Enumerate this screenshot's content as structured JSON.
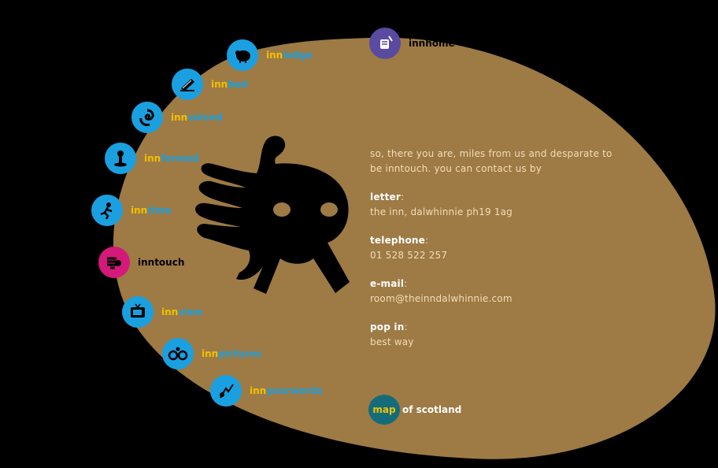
{
  "nav": {
    "home": {
      "label": "innhome",
      "color": "#5a4aa0",
      "icon": "cup-icon"
    },
    "items": [
      {
        "id": "lodge",
        "pre": "inn",
        "suf": "lodge",
        "color": "#1aa0e0",
        "icon": "pig-icon"
      },
      {
        "id": "bed",
        "pre": "inn",
        "suf": "bed",
        "color": "#1aa0e0",
        "icon": "bed-icon"
      },
      {
        "id": "volved",
        "pre": "inn",
        "suf": "volved",
        "color": "#1aa0e0",
        "icon": "swirl-icon"
      },
      {
        "id": "formed",
        "pre": "inn",
        "suf": "formed",
        "color": "#1aa0e0",
        "icon": "info-figure-icon"
      },
      {
        "id": "time",
        "pre": "inn",
        "suf": "time",
        "color": "#1aa0e0",
        "icon": "runner-icon"
      },
      {
        "id": "touch",
        "full": "inntouch",
        "color": "#d4197a",
        "icon": "touch-hand-icon"
      },
      {
        "id": "view",
        "pre": "inn",
        "suf": "view",
        "color": "#1aa0e0",
        "icon": "tv-icon"
      },
      {
        "id": "pictures",
        "pre": "inn",
        "suf": "pictures",
        "color": "#1aa0e0",
        "icon": "glasses-icon"
      },
      {
        "id": "yourwords",
        "pre": "inn",
        "suf": "yourwords",
        "color": "#1aa0e0",
        "icon": "megaphone-icon"
      }
    ]
  },
  "content": {
    "intro": "so, there you are, miles from us and desparate to be inntouch.  you can contact us by",
    "letter_label": "letter",
    "letter_value": "the inn, dalwhinnie ph19 1ag",
    "telephone_label": "telephone",
    "telephone_value": "01 528 522 257",
    "email_label": "e-mail",
    "email_value": "room@theinndalwhinnie.com",
    "popin_label": "pop in",
    "popin_value": "best way",
    "colon": ":"
  },
  "map": {
    "badge": "map",
    "text": "of scotland"
  },
  "colors": {
    "oval": "#9e7a45",
    "background": "#000000",
    "accent_yellow": "#f2c200",
    "accent_blue": "#1aa0e0"
  }
}
